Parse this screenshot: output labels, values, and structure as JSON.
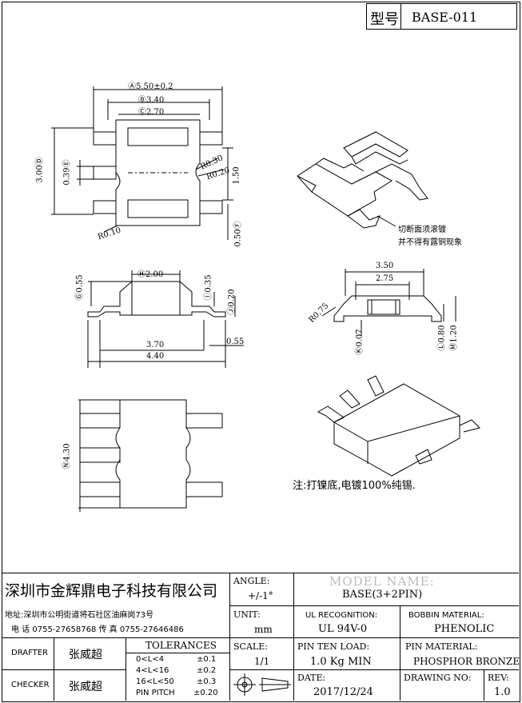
{
  "header": {
    "type_label": "型号",
    "model": "BASE-011"
  },
  "top_view": {
    "dim_a": "Ⓐ5.50±0.2",
    "dim_b": "Ⓑ3.40",
    "dim_c": "Ⓒ2.70",
    "dim_d": "3.00Ⓓ",
    "dim_e": "0.39Ⓔ",
    "dim_r030": "R0.30",
    "dim_r020": "R0.20",
    "dim_150": "1.50",
    "dim_r010": "R0.10",
    "dim_f": "0.50Ⓕ"
  },
  "iso_view_note": {
    "line1": "切断面须滚镀",
    "line2": "并不得有露铜现象"
  },
  "side_view": {
    "dim_g": "Ⓖ0.55",
    "dim_h": "Ⓗ2.00",
    "dim_i": "Ⓘ0.35",
    "dim_j": "Ⓙ0.20",
    "dim_370": "3.70",
    "dim_055": "0.55",
    "dim_440": "4.40"
  },
  "front_view": {
    "dim_350": "3.50",
    "dim_275": "2.75",
    "dim_r075": "R0.75",
    "dim_k": "Ⓚ0.07",
    "dim_l": "Ⓛ0.80",
    "dim_m": "Ⓜ1.20"
  },
  "bottom_view": {
    "dim_n": "Ⓝ4.30"
  },
  "note": "注:打镍底,电镀100%纯锡.",
  "title_block": {
    "company": "深圳市金辉鼎电子科技有限公司",
    "address": "地址:深圳市公明街道将石社区油麻岗73号",
    "phone": "电 话 0755-27658768  传 真 0755-27646486",
    "angle_label": "ANGLE:",
    "angle_value": "+/-1°",
    "model_name_label": "MODEL NAME:",
    "model_name_value": "BASE(3+2PIN)",
    "unit_label": "UNIT:",
    "unit_value": "mm",
    "ul_label": "UL RECOGNITION:",
    "ul_value": "UL 94V-0",
    "bobbin_label": "BOBBIN MATERIAL:",
    "bobbin_value": "PHENOLIC",
    "drafter_label": "DRAFTER",
    "drafter_name": "张威超",
    "checker_label": "CHECKER",
    "checker_name": "张威超",
    "tolerances_label": "TOLERANCES",
    "tolerances": [
      {
        "range": "0<L<4",
        "value": "±0.1"
      },
      {
        "range": "4<L<16",
        "value": "±0.2"
      },
      {
        "range": "16<L<50",
        "value": "±0.3"
      },
      {
        "range": "PIN PITCH",
        "value": "±0.20"
      }
    ],
    "scale_label": "SCALE:",
    "scale_value": "1/1",
    "pin_load_label": "PIN TEN LOAD:",
    "pin_load_value": "1.0 Kg MIN",
    "pin_material_label": "PIN MATERIAL:",
    "pin_material_value": "PHOSPHOR BRONZE",
    "date_label": "DATE:",
    "date_value": "2017/12/24",
    "drawing_no_label": "DRAWING NO:",
    "rev_label": "REV:",
    "rev_value": "1.0"
  }
}
